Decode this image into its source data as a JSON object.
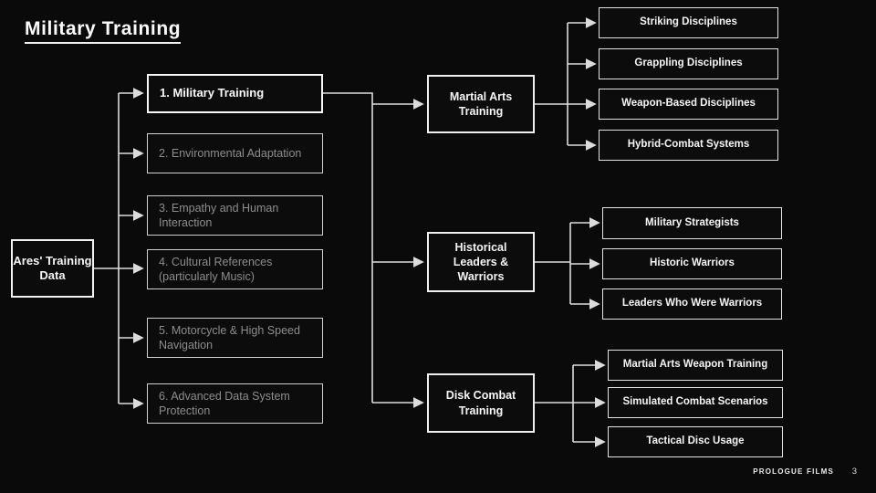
{
  "slide": {
    "title": "Military Training",
    "footer": {
      "brand": "PROLOGUE FILMS",
      "page": "3"
    }
  },
  "root": {
    "label": "Ares' Training Data"
  },
  "topics": [
    {
      "label": "1. Military Training",
      "state": "active"
    },
    {
      "label": "2. Environmental Adaptation",
      "state": "muted"
    },
    {
      "label": "3. Empathy and Human Interaction",
      "state": "muted"
    },
    {
      "label": "4. Cultural References (particularly Music)",
      "state": "muted"
    },
    {
      "label": "5. Motorcycle & High Speed Navigation",
      "state": "muted"
    },
    {
      "label": "6. Advanced Data System Protection",
      "state": "muted"
    }
  ],
  "branches": [
    {
      "label": "Martial Arts Training",
      "children": [
        "Striking Disciplines",
        "Grappling Disciplines",
        "Weapon-Based Disciplines",
        "Hybrid-Combat Systems"
      ]
    },
    {
      "label": "Historical Leaders & Warriors",
      "children": [
        "Military Strategists",
        "Historic Warriors",
        "Leaders Who Were Warriors"
      ]
    },
    {
      "label": "Disk Combat Training",
      "children": [
        "Martial Arts Weapon Training",
        "Simulated Combat Scenarios",
        "Tactical Disc Usage"
      ]
    }
  ],
  "colors": {
    "background": "#0a0a0a",
    "box_fill": "#0c0c0c",
    "border": "#f2f2f2",
    "active_text": "#fafafa",
    "muted_text": "#8d8d8d",
    "connector": "#dcdcdc"
  }
}
